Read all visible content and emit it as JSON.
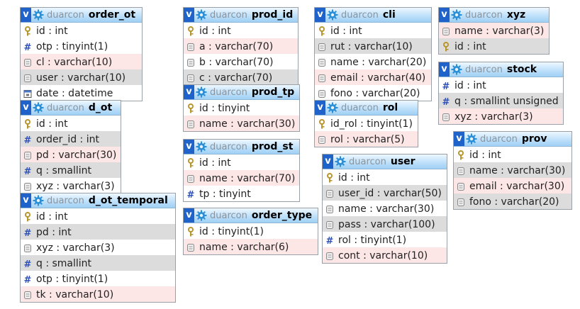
{
  "toggle_label": "v",
  "tables": [
    {
      "id": "order_ot",
      "db": "duarcon",
      "name": "order_ot",
      "fields": [
        {
          "icon": "key-icon",
          "text": "id : int",
          "shade": 0
        },
        {
          "icon": "number-icon",
          "text": "otp : tinyint(1)",
          "shade": 0
        },
        {
          "icon": "text-field-icon",
          "text": "cl : varchar(10)",
          "shade": 1
        },
        {
          "icon": "text-field-icon",
          "text": "user : varchar(10)",
          "shade": 2
        },
        {
          "icon": "calendar-icon",
          "text": "date : datetime",
          "shade": 0
        }
      ]
    },
    {
      "id": "d_ot",
      "db": "duarcon",
      "name": "d_ot",
      "fields": [
        {
          "icon": "key-icon",
          "text": "id : int",
          "shade": 0
        },
        {
          "icon": "number-icon",
          "text": "order_id : int",
          "shade": 2
        },
        {
          "icon": "text-field-icon",
          "text": "pd : varchar(30)",
          "shade": 1
        },
        {
          "icon": "number-icon",
          "text": "q : smallint",
          "shade": 2
        },
        {
          "icon": "text-field-icon",
          "text": "xyz : varchar(3)",
          "shade": 0
        }
      ]
    },
    {
      "id": "d_ot_temporal",
      "db": "duarcon",
      "name": "d_ot_temporal",
      "fields": [
        {
          "icon": "key-icon",
          "text": "id : int",
          "shade": 0
        },
        {
          "icon": "number-icon",
          "text": "pd : int",
          "shade": 2
        },
        {
          "icon": "text-field-icon",
          "text": "xyz : varchar(3)",
          "shade": 0
        },
        {
          "icon": "number-icon",
          "text": "q : smallint",
          "shade": 2
        },
        {
          "icon": "number-icon",
          "text": "otp : tinyint(1)",
          "shade": 0
        },
        {
          "icon": "text-field-icon",
          "text": "tk : varchar(10)",
          "shade": 1
        }
      ]
    },
    {
      "id": "prod_id",
      "db": "duarcon",
      "name": "prod_id",
      "fields": [
        {
          "icon": "key-icon",
          "text": "id : int",
          "shade": 0
        },
        {
          "icon": "text-field-icon",
          "text": "a : varchar(70)",
          "shade": 1
        },
        {
          "icon": "text-field-icon",
          "text": "b : varchar(70)",
          "shade": 0
        },
        {
          "icon": "text-field-icon",
          "text": "c : varchar(70)",
          "shade": 2
        }
      ]
    },
    {
      "id": "prod_tp",
      "db": "duarcon",
      "name": "prod_tp",
      "fields": [
        {
          "icon": "key-icon",
          "text": "id : tinyint",
          "shade": 0
        },
        {
          "icon": "text-field-icon",
          "text": "name : varchar(30)",
          "shade": 1
        }
      ]
    },
    {
      "id": "prod_st",
      "db": "duarcon",
      "name": "prod_st",
      "fields": [
        {
          "icon": "key-icon",
          "text": "id : int",
          "shade": 0
        },
        {
          "icon": "text-field-icon",
          "text": "name : varchar(70)",
          "shade": 1
        },
        {
          "icon": "number-icon",
          "text": "tp : tinyint",
          "shade": 0
        }
      ]
    },
    {
      "id": "order_type",
      "db": "duarcon",
      "name": "order_type",
      "fields": [
        {
          "icon": "key-icon",
          "text": "id : tinyint(1)",
          "shade": 0
        },
        {
          "icon": "text-field-icon",
          "text": "name : varchar(6)",
          "shade": 1
        }
      ]
    },
    {
      "id": "cli",
      "db": "duarcon",
      "name": "cli",
      "fields": [
        {
          "icon": "key-icon",
          "text": "id : int",
          "shade": 0
        },
        {
          "icon": "text-field-icon",
          "text": "rut : varchar(10)",
          "shade": 2
        },
        {
          "icon": "text-field-icon",
          "text": "name : varchar(20)",
          "shade": 0
        },
        {
          "icon": "text-field-icon",
          "text": "email : varchar(40)",
          "shade": 1
        },
        {
          "icon": "text-field-icon",
          "text": "fono : varchar(20)",
          "shade": 0
        }
      ]
    },
    {
      "id": "rol",
      "db": "duarcon",
      "name": "rol",
      "fields": [
        {
          "icon": "key-icon",
          "text": "id_rol : tinyint(1)",
          "shade": 0
        },
        {
          "icon": "text-field-icon",
          "text": "rol : varchar(5)",
          "shade": 1
        }
      ]
    },
    {
      "id": "user",
      "db": "duarcon",
      "name": "user",
      "fields": [
        {
          "icon": "key-icon",
          "text": "id : int",
          "shade": 0
        },
        {
          "icon": "text-field-icon",
          "text": "user_id : varchar(50)",
          "shade": 2
        },
        {
          "icon": "text-field-icon",
          "text": "name : varchar(30)",
          "shade": 0
        },
        {
          "icon": "text-field-icon",
          "text": "pass : varchar(100)",
          "shade": 2
        },
        {
          "icon": "number-icon",
          "text": "rol : tinyint(1)",
          "shade": 0
        },
        {
          "icon": "text-field-icon",
          "text": "cont : varchar(10)",
          "shade": 1
        }
      ]
    },
    {
      "id": "xyz",
      "db": "duarcon",
      "name": "xyz",
      "fields": [
        {
          "icon": "text-field-icon",
          "text": "name : varchar(3)",
          "shade": 1
        },
        {
          "icon": "key-icon",
          "text": "id : int",
          "shade": 2
        }
      ]
    },
    {
      "id": "stock",
      "db": "duarcon",
      "name": "stock",
      "fields": [
        {
          "icon": "number-icon",
          "text": "id : int",
          "shade": 0
        },
        {
          "icon": "number-icon",
          "text": "q : smallint unsigned",
          "shade": 2
        },
        {
          "icon": "text-field-icon",
          "text": "xyz : varchar(3)",
          "shade": 1
        }
      ]
    },
    {
      "id": "prov",
      "db": "duarcon",
      "name": "prov",
      "fields": [
        {
          "icon": "key-icon",
          "text": "id : int",
          "shade": 0
        },
        {
          "icon": "text-field-icon",
          "text": "name : varchar(30)",
          "shade": 2
        },
        {
          "icon": "text-field-icon",
          "text": "email : varchar(30)",
          "shade": 1
        },
        {
          "icon": "text-field-icon",
          "text": "fono : varchar(20)",
          "shade": 2
        }
      ]
    }
  ]
}
